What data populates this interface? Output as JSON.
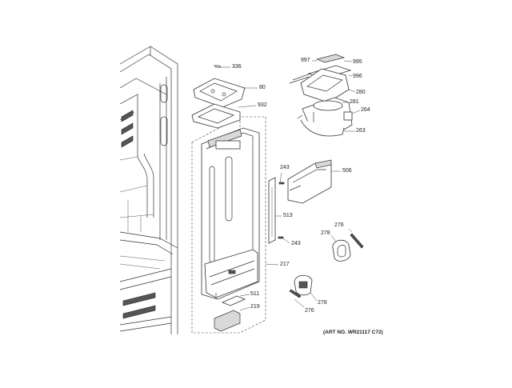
{
  "diagram": {
    "parts": [
      {
        "id": "part-336",
        "label": "336"
      },
      {
        "id": "part-80",
        "label": "80"
      },
      {
        "id": "part-932",
        "label": "932"
      },
      {
        "id": "part-997",
        "label": "997"
      },
      {
        "id": "part-995",
        "label": "995"
      },
      {
        "id": "part-996",
        "label": "996"
      },
      {
        "id": "part-280",
        "label": "280"
      },
      {
        "id": "part-281",
        "label": "281"
      },
      {
        "id": "part-264",
        "label": "264"
      },
      {
        "id": "part-263",
        "label": "263"
      },
      {
        "id": "part-506",
        "label": "506"
      },
      {
        "id": "part-243a",
        "label": "243"
      },
      {
        "id": "part-513",
        "label": "513"
      },
      {
        "id": "part-243b",
        "label": "243"
      },
      {
        "id": "part-276a",
        "label": "276"
      },
      {
        "id": "part-278a",
        "label": "278"
      },
      {
        "id": "part-217",
        "label": "217"
      },
      {
        "id": "part-278b",
        "label": "278"
      },
      {
        "id": "part-276b",
        "label": "276"
      },
      {
        "id": "part-511",
        "label": "511"
      },
      {
        "id": "part-219",
        "label": "219"
      }
    ],
    "art_number": "(ART NO. WR21117 C72)"
  }
}
